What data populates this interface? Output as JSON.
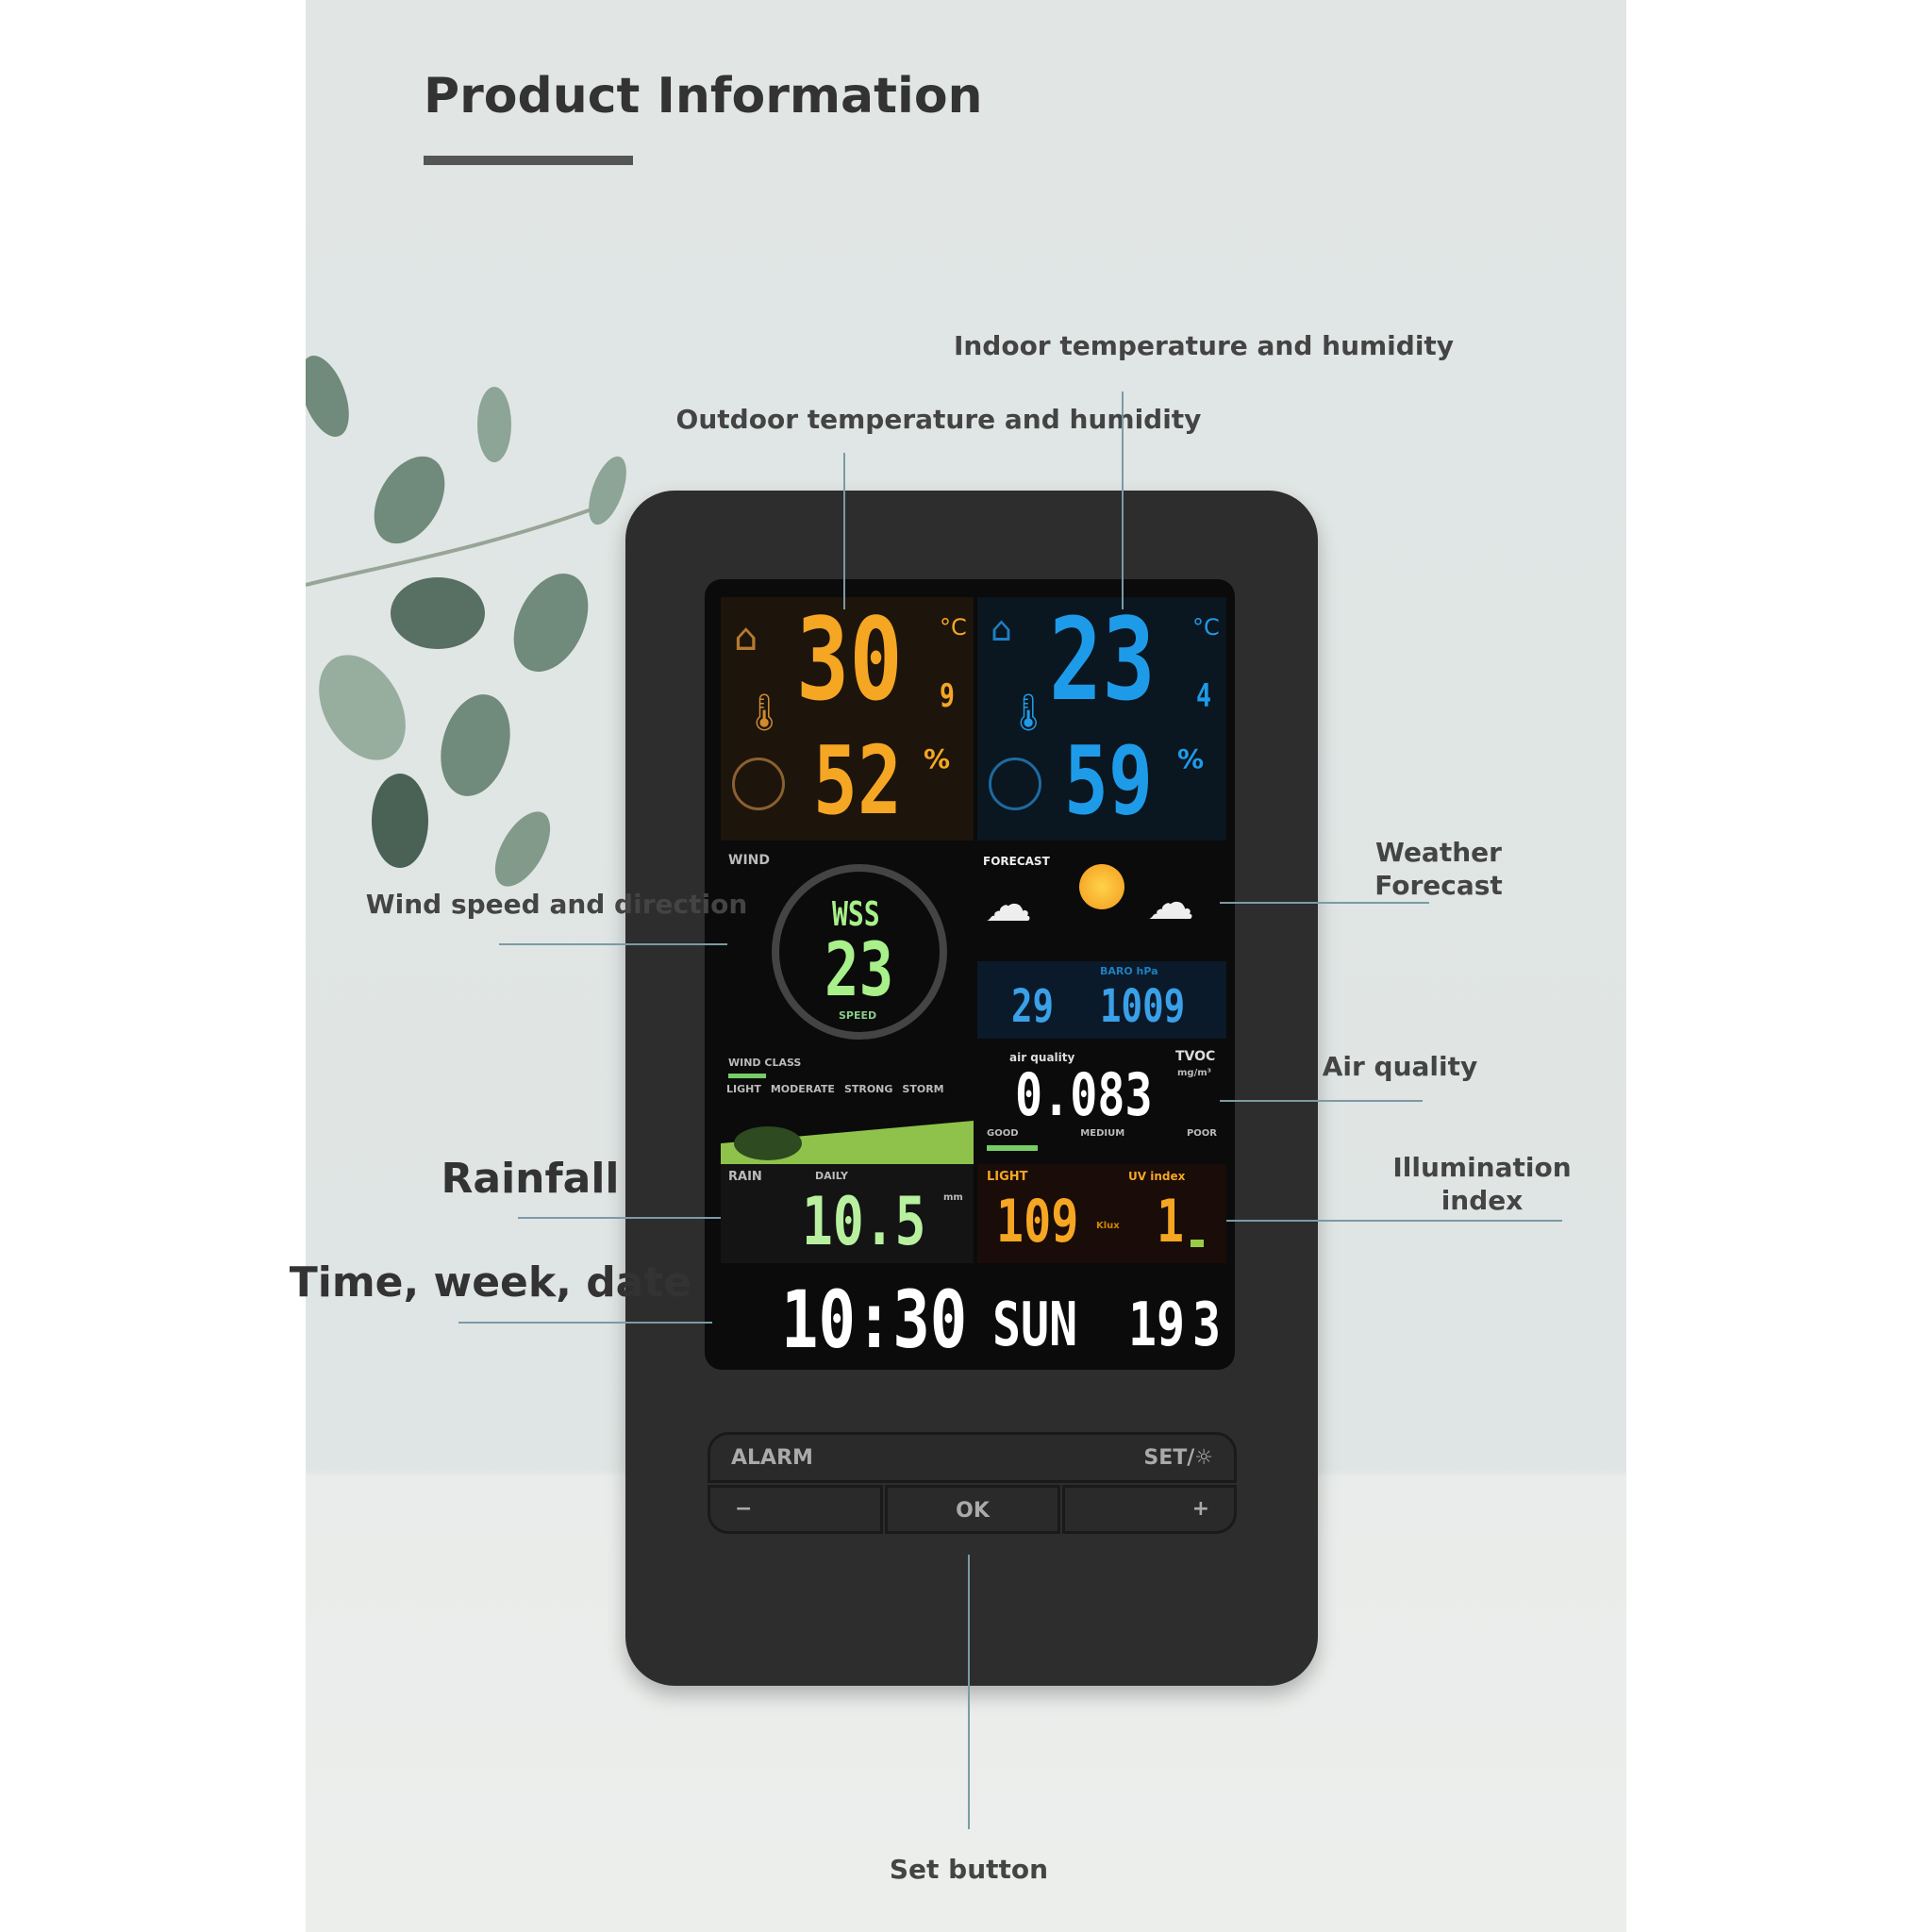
{
  "header": {
    "title": "Product Information"
  },
  "callouts": {
    "indoor": "Indoor temperature and humidity",
    "outdoor": "Outdoor temperature and humidity",
    "forecast_line1": "Weather",
    "forecast_line2": "Forecast",
    "wind": "Wind speed and direction",
    "air": "Air quality",
    "rain": "Rainfall",
    "illum_line1": "Illumination",
    "illum_line2": "index",
    "time": "Time, week, date",
    "set": "Set button"
  },
  "display": {
    "outdoor": {
      "temp": "30",
      "temp_dec": "9",
      "temp_unit": "°C",
      "humidity": "52",
      "hum_unit": "%",
      "color": "#f5a623"
    },
    "indoor": {
      "temp": "23",
      "temp_dec": "4",
      "temp_unit": "°C",
      "humidity": "59",
      "hum_unit": "%",
      "color": "#1e9be8"
    },
    "wind": {
      "label": "WIND",
      "direction": "WSS",
      "speed": "23",
      "speed_label": "SPEED",
      "class_label": "WIND CLASS",
      "classes": [
        "LIGHT",
        "MODERATE",
        "STRONG",
        "STORM"
      ],
      "color": "#a8f08a"
    },
    "forecast": {
      "label": "FORECAST",
      "icons": [
        "cloud-rain-icon",
        "sun-icon",
        "cloud-rain-icon"
      ]
    },
    "pressure": {
      "left_value": "29",
      "right_label": "BARO hPa",
      "right_value": "1009"
    },
    "air": {
      "label": "air quality",
      "unit_label": "TVOC",
      "unit": "mg/m³",
      "value": "0.083",
      "levels": [
        "GOOD",
        "MEDIUM",
        "POOR"
      ]
    },
    "rain": {
      "label": "RAIN",
      "period": "DAILY",
      "value": "10.5",
      "unit": "mm"
    },
    "light": {
      "label": "LIGHT",
      "value": "109",
      "unit": "Klux",
      "uv_label": "UV index",
      "uv_value": "1"
    },
    "time": {
      "clock": "10:30",
      "weekday": "SUN",
      "day": "19",
      "month": "3"
    }
  },
  "buttons": {
    "alarm": "ALARM",
    "set": "SET/☼",
    "minus": "−",
    "ok": "OK",
    "plus": "+"
  }
}
